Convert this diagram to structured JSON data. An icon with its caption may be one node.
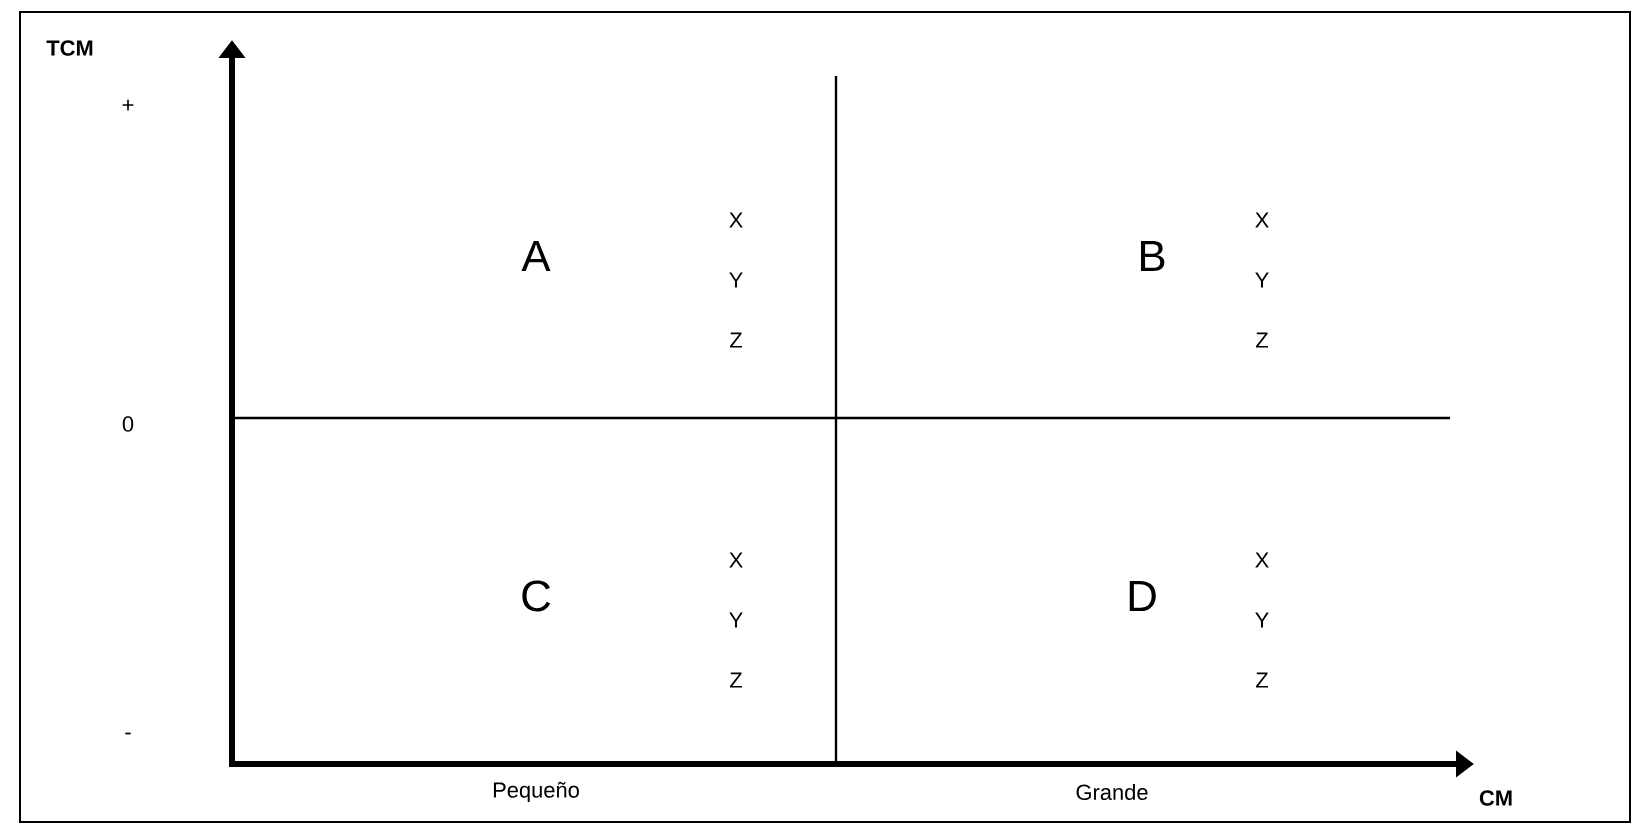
{
  "diagram": {
    "labels": [
      "TCM",
      "+",
      "A",
      "X",
      "Y",
      "Z",
      "B",
      "X",
      "Y",
      "Z",
      "0",
      "C",
      "X",
      "Y",
      "Z",
      "D",
      "X",
      "Y",
      "Z",
      "-",
      "Pequeño",
      "Grande",
      "CM"
    ]
  }
}
